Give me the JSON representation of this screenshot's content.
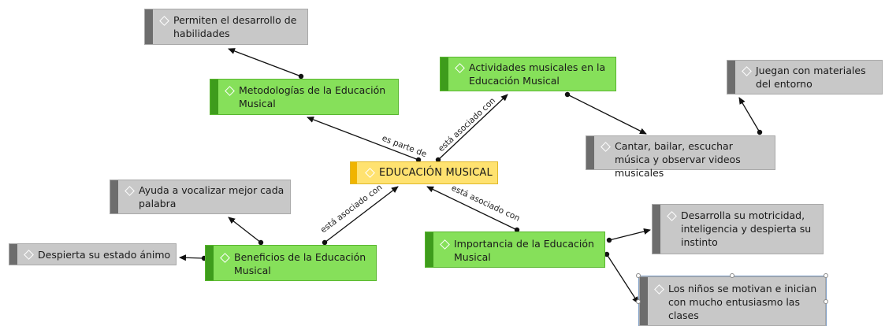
{
  "center": {
    "label": "EDUCACIÓN MUSICAL"
  },
  "nodes": {
    "metodologias": "Metodologías de la Educación Musical",
    "permiten": "Permiten el desarrollo de habilidades",
    "actividades": "Actividades musicales en la Educación Musical",
    "juegan": "Juegan con materiales del entorno",
    "cantar": "Cantar, bailar, escuchar música y observar videos musicales",
    "ayuda": "Ayuda a vocalizar mejor cada palabra",
    "despierta_animo": "Despierta su estado ánimo",
    "beneficios": "Beneficios de la Educación Musical",
    "importancia": "Importancia de la Educación Musical",
    "desarrolla": "Desarrolla su motricidad, inteligencia y despierta su instinto",
    "ninos": "Los niños se motivan e inician con mucho entusiasmo las clases"
  },
  "links": {
    "es_parte_de": "es parte de",
    "asociado_actividades": "está asociado con",
    "asociado_beneficios": "está asociado con",
    "asociado_importancia": "está asociado con"
  },
  "colors": {
    "main_topic": "#86e05a",
    "sub_topic": "#c8c8c8",
    "central": "#ffe270",
    "connector": "#111111"
  },
  "icons": {
    "topic_marker": "diamond-icon"
  }
}
